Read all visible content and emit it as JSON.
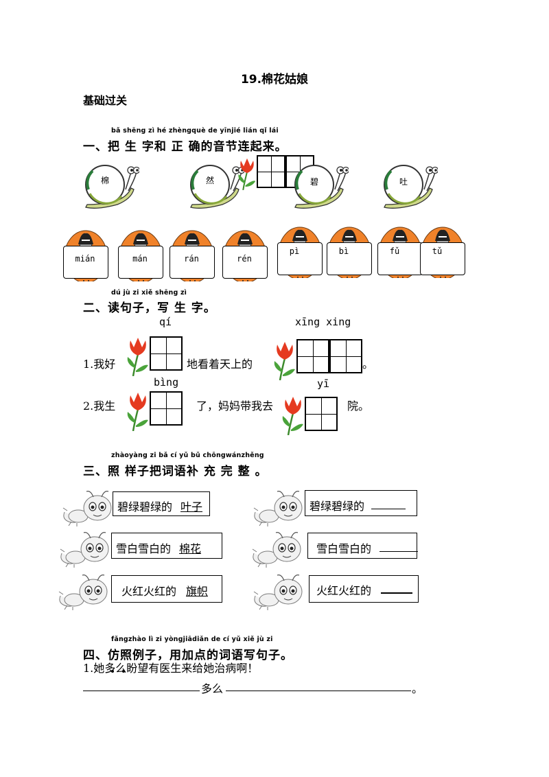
{
  "title": "19.棉花姑娘",
  "section_label": "基础过关",
  "q1": {
    "pinyin": "bǎ shēng zì  hé zhèngquè de yīnjié lián qǐ lái",
    "heading": "一、把 生 字和 正 确的音节连起来。",
    "snails": [
      "棉",
      "然",
      "碧",
      "吐"
    ],
    "eggs": [
      "mián",
      "mán",
      "rán",
      "rén",
      "pì",
      "bì",
      "fǔ",
      "tǔ"
    ]
  },
  "q2": {
    "pinyin": "dú jù zi    xiě shēng zì",
    "heading": "二、读句子，写 生 字。",
    "s1_pinyin_a": "qí",
    "s1_pinyin_b": "xīng  xing",
    "s1_prefix": "1.我好",
    "s1_middle": "地看着天上的",
    "s1_end": "。",
    "s2_pinyin_a": "bìng",
    "s2_pinyin_b": "yī",
    "s2_prefix": "2.我生",
    "s2_middle": "了，妈妈带我去",
    "s2_end": "院。"
  },
  "q3": {
    "pinyin": "zhàoyàng zi  bǎ  cí  yǔ  bǔ chōngwánzhěng",
    "heading": "三、照 样子把词语补 充 完 整 。",
    "left": [
      {
        "prefix": "碧绿碧绿的",
        "answer": "叶子"
      },
      {
        "prefix": "雪白雪白的",
        "answer": "棉花"
      },
      {
        "prefix": "火红火红的",
        "answer": "旗帜"
      }
    ],
    "right": [
      {
        "prefix": "碧绿碧绿的"
      },
      {
        "prefix": "雪白雪白的"
      },
      {
        "prefix": "火红火红的"
      }
    ]
  },
  "q4": {
    "pinyin": "fǎngzhào lì  zi    yòngjiādiǎn de  cí  yǔ  xiě jù  zi",
    "heading": "四、仿照例子，用加点的词语写句子。",
    "example": "1.她多么盼望有医生来给她治病啊！",
    "fill_word": "多么",
    "fill_end": "。"
  }
}
